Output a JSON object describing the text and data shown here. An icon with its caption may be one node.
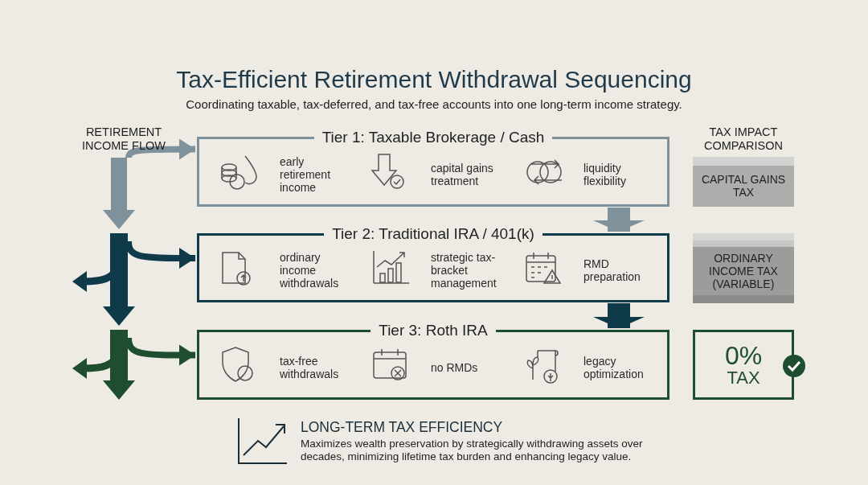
{
  "diagram": {
    "title": "Tax-Efficient Retirement Withdrawal Sequencing",
    "nodes": [
      {
        "text": [
          "Tier 1: Taxable Brokerage / Cash",
          "early retirement income",
          "capital gains treatment",
          "liquidity flexibility"
        ]
      },
      {
        "text": [
          "Tier 2: Traditional IRA / 401(k)",
          "ordinary income withdrawals",
          "strategic tax-bracket management",
          "RMD preparation"
        ]
      },
      {
        "text": [
          "Tier 3: Roth IRA",
          "tax-free withdrawals",
          "no RMDs",
          "legacy optimization"
        ]
      },
      {
        "text": [
          "CAPITAL GAINS TAX"
        ]
      },
      {
        "text": [
          "ORDINARY INCOME TAX (VARIABLE)"
        ]
      },
      {
        "text": [
          "0%",
          "TAX"
        ]
      }
    ],
    "edges": [
      {
        "from": null,
        "to": 0,
        "arrow": "to",
        "color": "#7f929c"
      },
      {
        "from": null,
        "to": 1,
        "arrow": "to",
        "color": "#0f3a4a"
      },
      {
        "from": null,
        "to": 2,
        "arrow": "to",
        "color": "#1e4d30"
      },
      {
        "from": 0,
        "to": 1,
        "arrow": "to",
        "style": "thick",
        "color": "#7f929c"
      },
      {
        "from": 1,
        "to": 2,
        "arrow": "to",
        "style": "thick",
        "color": "#0f3a4a"
      }
    ],
    "labels": [
      "Coordinating taxable, tax-deferred, and tax-free accounts into one long-term income strategy.",
      "RETIREMENT INCOME FLOW",
      "TAX IMPACT COMPARISON",
      "LONG-TERM TAX EFFICIENCY",
      "Maximizes wealth preservation by strategically withdrawing assets over decades, minimizing lifetime tax burden and enhancing legacy value."
    ]
  }
}
